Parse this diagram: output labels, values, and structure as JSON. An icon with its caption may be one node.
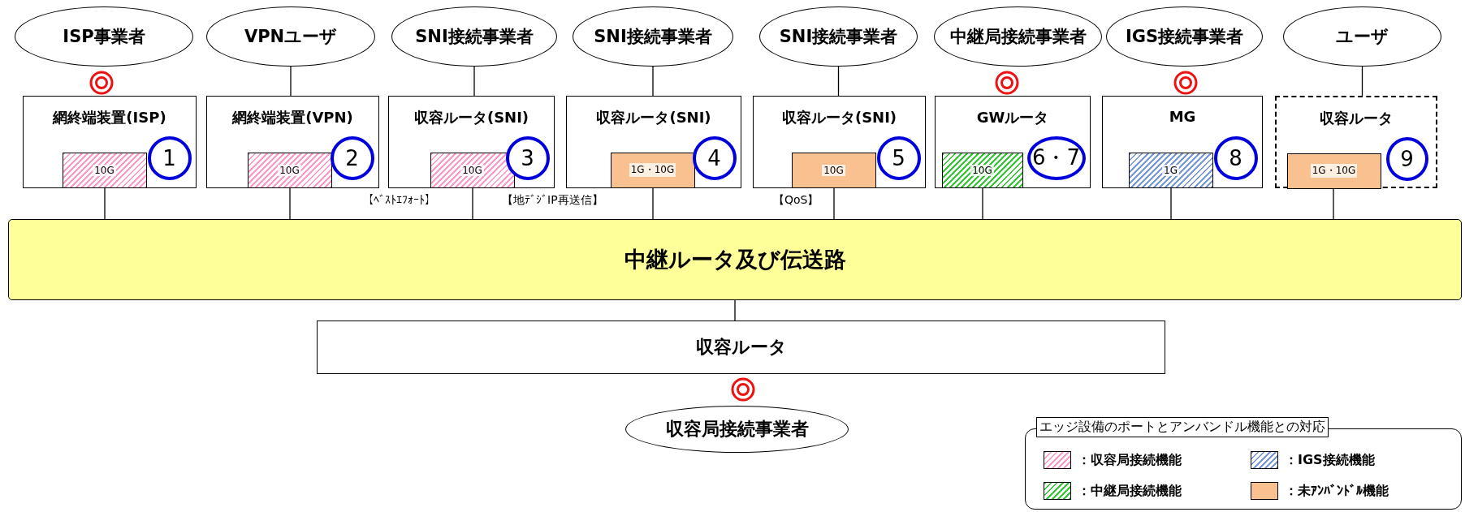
{
  "diagram": {
    "nodes": [
      {
        "text": [
          "ISP事業者"
        ]
      },
      {
        "text": [
          "VPNユーザ"
        ]
      },
      {
        "text": [
          "SNI接続事業者"
        ]
      },
      {
        "text": [
          "SNI接続事業者"
        ]
      },
      {
        "text": [
          "SNI接続事業者"
        ]
      },
      {
        "text": [
          "中継局接続事業者"
        ]
      },
      {
        "text": [
          "IGS接続事業者"
        ]
      },
      {
        "text": [
          "ユーザ"
        ]
      },
      {
        "text": [],
        "shape": "circle"
      },
      {
        "text": [],
        "shape": "circle"
      },
      {
        "text": [],
        "shape": "circle"
      },
      {
        "text": [
          "網終端装置(ISP)"
        ]
      },
      {
        "text": [
          "網終端装置(VPN)"
        ]
      },
      {
        "text": [
          "収容ルータ(SNI)"
        ]
      },
      {
        "text": [
          "収容ルータ(SNI)"
        ]
      },
      {
        "text": [
          "収容ルータ(SNI)"
        ]
      },
      {
        "text": [
          "GWルータ"
        ]
      },
      {
        "text": [
          "MG"
        ]
      },
      {
        "text": [
          "収容ルータ"
        ]
      },
      {
        "text": [
          "10G"
        ],
        "in": 11
      },
      {
        "text": [
          "10G"
        ],
        "in": 12
      },
      {
        "text": [
          "10G"
        ],
        "in": 13
      },
      {
        "text": [
          "1G・10G"
        ],
        "in": 14
      },
      {
        "text": [
          "10G"
        ],
        "in": 15
      },
      {
        "text": [
          "10G"
        ],
        "in": 16
      },
      {
        "text": [
          "1G"
        ],
        "in": 17
      },
      {
        "text": [
          "1G・10G"
        ],
        "in": 18
      },
      {
        "text": [
          "1"
        ],
        "in": 11
      },
      {
        "text": [
          "2"
        ],
        "in": 12
      },
      {
        "text": [
          "3"
        ],
        "in": 13
      },
      {
        "text": [
          "4"
        ],
        "in": 14
      },
      {
        "text": [
          "5"
        ],
        "in": 15
      },
      {
        "text": [
          "6・7"
        ],
        "in": 16
      },
      {
        "text": [
          "8"
        ],
        "in": 17
      },
      {
        "text": [
          "9"
        ],
        "in": 18
      },
      {
        "text": [
          "中継ルータ及び伝送路"
        ]
      },
      {
        "text": [
          "収容ルータ"
        ]
      },
      {
        "text": [],
        "shape": "circle"
      },
      {
        "text": [
          "収容局接続事業者"
        ]
      }
    ],
    "edges": [
      {
        "from": 1,
        "to": 12,
        "arrow": "none"
      },
      {
        "from": 2,
        "to": 13,
        "arrow": "none"
      },
      {
        "from": 3,
        "to": 14,
        "arrow": "none"
      },
      {
        "from": 4,
        "to": 15,
        "arrow": "none"
      },
      {
        "from": 7,
        "to": 18,
        "arrow": "none"
      },
      {
        "from": 19,
        "to": 35,
        "arrow": "none"
      },
      {
        "from": 20,
        "to": 35,
        "arrow": "none"
      },
      {
        "from": 21,
        "to": 35,
        "arrow": "none"
      },
      {
        "from": 22,
        "to": 35,
        "arrow": "none"
      },
      {
        "from": 23,
        "to": 35,
        "arrow": "none"
      },
      {
        "from": 24,
        "to": 35,
        "arrow": "none"
      },
      {
        "from": 25,
        "to": 35,
        "arrow": "none"
      },
      {
        "from": 26,
        "to": 35,
        "arrow": "none"
      },
      {
        "from": 35,
        "to": 36,
        "arrow": "none"
      }
    ],
    "labels": [
      "【ﾍﾞｽﾄｴﾌｫｰﾄ】",
      "【地ﾃﾞｼﾞIP再送信】",
      "【QoS】",
      "エッジ設備のポートとアンバンドル機能との対応"
    ],
    "legend": [
      {
        "text": "：収容局接続機能",
        "color": "#ff99cc"
      },
      {
        "text": "：IGS接続機能",
        "color": "#7799dd"
      },
      {
        "text": "：中継局接続機能",
        "color": "#33cc33"
      },
      {
        "text": "：未ｱﾝﾊﾞﾝﾄﾞﾙ機能",
        "color": "#f9c090"
      }
    ]
  }
}
